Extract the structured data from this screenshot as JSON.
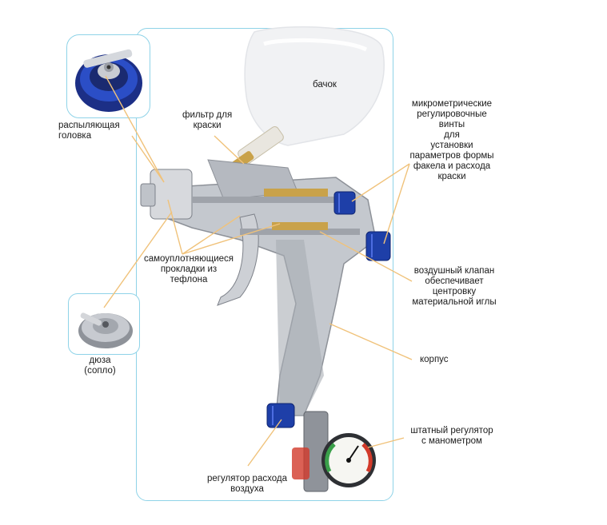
{
  "labels": {
    "tank": "бачок",
    "spray_head": [
      "распыляющая",
      "головка"
    ],
    "paint_filter": [
      "фильтр для",
      "краски"
    ],
    "micrometer_screws": [
      "микрометрические",
      "регулировочные",
      "винты",
      "для",
      "установки",
      "параметров формы",
      "факела и расхода",
      "краски"
    ],
    "teflon_seals": [
      "самоуплотняющиеся",
      "прокладки из",
      "тефлона"
    ],
    "air_valve": [
      "воздушный клапан",
      "обеспечивает",
      "центровку",
      "материальной иглы"
    ],
    "body": "корпус",
    "nozzle": [
      "дюза",
      "(сопло)"
    ],
    "air_regulator": [
      "регулятор расхода",
      "воздуха"
    ],
    "pressure_regulator": [
      "штатный регулятор",
      "с манометром"
    ]
  },
  "colors": {
    "frame_border": "#8fd3e8",
    "leader_line": "#f0c27a",
    "knob_blue": "#1e3fa8",
    "metal": "#b8bcc2",
    "brass": "#c9a24a",
    "gauge_green": "#3aa04a",
    "gauge_red": "#d23a2a"
  }
}
